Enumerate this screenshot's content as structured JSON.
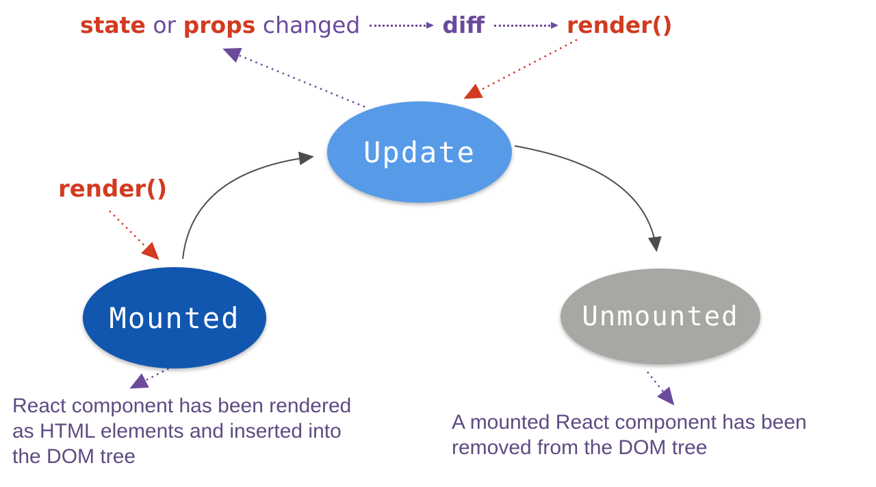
{
  "top_flow": {
    "state": "state",
    "or": " or ",
    "props": "props",
    "changed": " changed",
    "diff": "diff",
    "render": "render()"
  },
  "nodes": {
    "update": {
      "label": "Update",
      "fill": "#579be8"
    },
    "mounted": {
      "label": "Mounted",
      "fill": "#1157b0"
    },
    "unmounted": {
      "label": "Unmounted",
      "fill": "#a6a8a3"
    }
  },
  "annotations": {
    "render_mounted": "render()",
    "mounted_caption": {
      "line1": "React component has been rendered",
      "line2": "as HTML elements and inserted into",
      "line3": "the DOM tree"
    },
    "unmounted_caption": {
      "line1": "A mounted React component has been",
      "line2": "removed from the DOM tree"
    }
  },
  "colors": {
    "code_red": "#d23b20",
    "flow_purple": "#6b4a9c",
    "caption_purple": "#5e4b82",
    "solid_arrow_gray": "#4d4d4d",
    "update_fill": "#579be8",
    "mounted_fill": "#1157b0",
    "unmounted_fill": "#a6a8a3"
  }
}
